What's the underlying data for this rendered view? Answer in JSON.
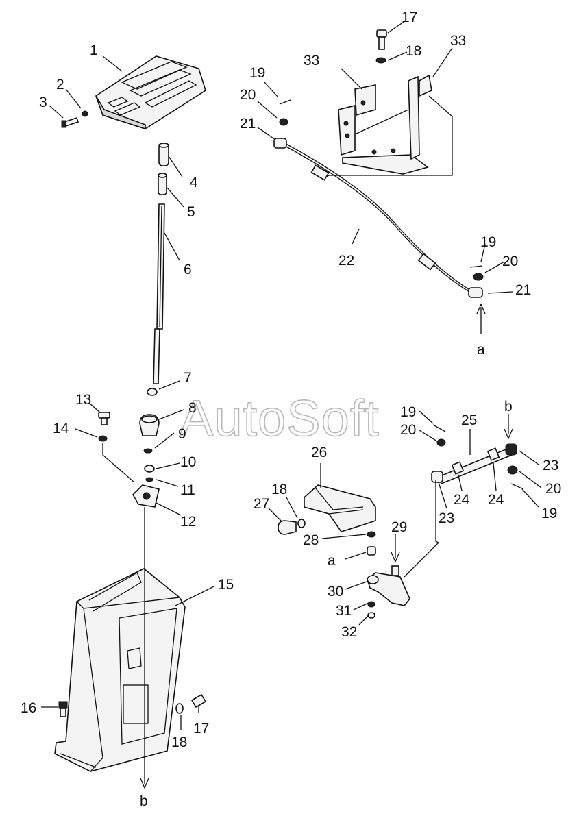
{
  "diagram": {
    "watermark": "AutoSoft",
    "labels": [
      {
        "id": "1",
        "text": "1"
      },
      {
        "id": "2",
        "text": "2"
      },
      {
        "id": "3",
        "text": "3"
      },
      {
        "id": "4",
        "text": "4"
      },
      {
        "id": "5",
        "text": "5"
      },
      {
        "id": "6",
        "text": "6"
      },
      {
        "id": "7",
        "text": "7"
      },
      {
        "id": "8",
        "text": "8"
      },
      {
        "id": "9",
        "text": "9"
      },
      {
        "id": "10",
        "text": "10"
      },
      {
        "id": "11",
        "text": "11"
      },
      {
        "id": "12",
        "text": "12"
      },
      {
        "id": "13",
        "text": "13"
      },
      {
        "id": "14",
        "text": "14"
      },
      {
        "id": "15",
        "text": "15"
      },
      {
        "id": "16",
        "text": "16"
      },
      {
        "id": "17a",
        "text": "17"
      },
      {
        "id": "18a",
        "text": "18"
      },
      {
        "id": "b1",
        "text": "b"
      },
      {
        "id": "17b",
        "text": "17"
      },
      {
        "id": "18b",
        "text": "18"
      },
      {
        "id": "33a",
        "text": "33"
      },
      {
        "id": "33b",
        "text": "33"
      },
      {
        "id": "19a",
        "text": "19"
      },
      {
        "id": "20a",
        "text": "20"
      },
      {
        "id": "21a",
        "text": "21"
      },
      {
        "id": "22",
        "text": "22"
      },
      {
        "id": "19b",
        "text": "19"
      },
      {
        "id": "20b",
        "text": "20"
      },
      {
        "id": "21b",
        "text": "21"
      },
      {
        "id": "a1",
        "text": "a"
      },
      {
        "id": "b2",
        "text": "b"
      },
      {
        "id": "19c",
        "text": "19"
      },
      {
        "id": "20c",
        "text": "20"
      },
      {
        "id": "25",
        "text": "25"
      },
      {
        "id": "23a",
        "text": "23"
      },
      {
        "id": "20d",
        "text": "20"
      },
      {
        "id": "19d",
        "text": "19"
      },
      {
        "id": "24a",
        "text": "24"
      },
      {
        "id": "24b",
        "text": "24"
      },
      {
        "id": "23b",
        "text": "23"
      },
      {
        "id": "26",
        "text": "26"
      },
      {
        "id": "18c",
        "text": "18"
      },
      {
        "id": "27",
        "text": "27"
      },
      {
        "id": "28",
        "text": "28"
      },
      {
        "id": "29",
        "text": "29"
      },
      {
        "id": "a2",
        "text": "a"
      },
      {
        "id": "30",
        "text": "30"
      },
      {
        "id": "31",
        "text": "31"
      },
      {
        "id": "32",
        "text": "32"
      }
    ]
  }
}
